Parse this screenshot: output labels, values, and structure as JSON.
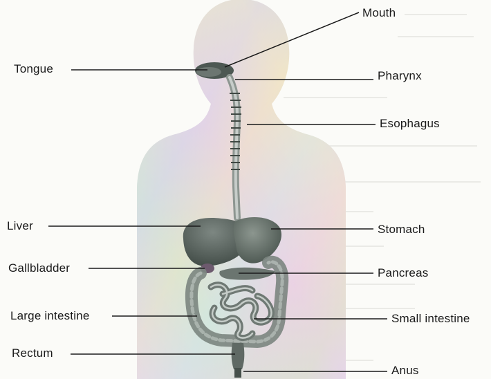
{
  "diagram": {
    "labels_left": {
      "tongue": "Tongue",
      "liver": "Liver",
      "gallbladder": "Gallbladder",
      "large_intestine": "Large intestine",
      "rectum": "Rectum"
    },
    "labels_right": {
      "mouth": "Mouth",
      "pharynx": "Pharynx",
      "esophagus": "Esophagus",
      "stomach": "Stomach",
      "pancreas": "Pancreas",
      "small_intestine": "Small intestine",
      "anus": "Anus"
    }
  },
  "colors": {
    "body_base": "#e7e4ea",
    "organ_dark": "#55615b",
    "esophagus": "#9aa39e",
    "leader_line": "#1a1a1a"
  }
}
